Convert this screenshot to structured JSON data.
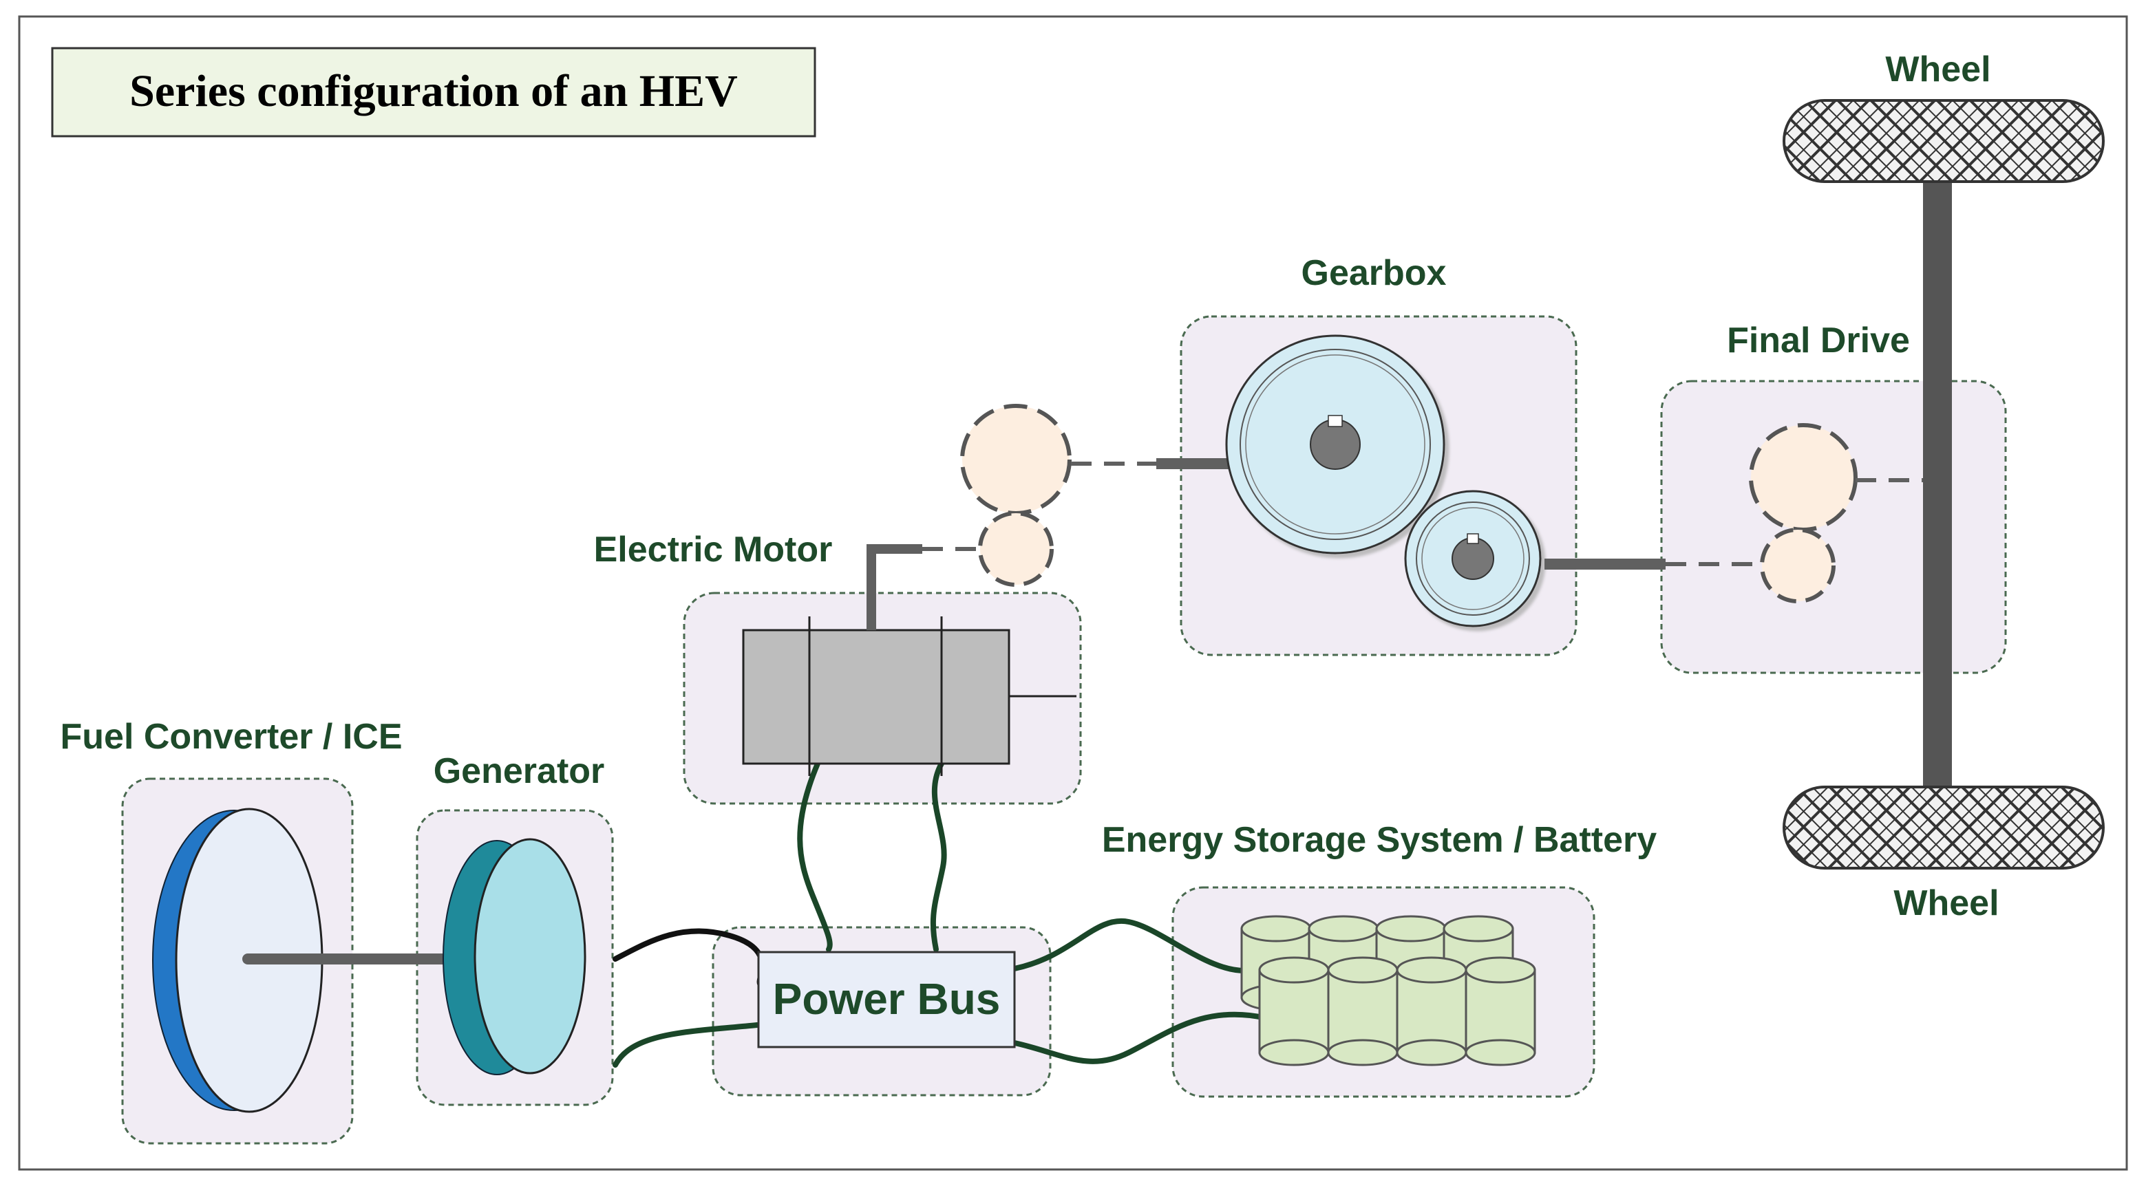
{
  "title": "Series configuration of an HEV",
  "labels": {
    "wheel_top": "Wheel",
    "wheel_bottom": "Wheel",
    "gearbox": "Gearbox",
    "final_drive": "Final Drive",
    "electric_motor": "Electric Motor",
    "fuel_converter": "Fuel Converter / ICE",
    "generator": "Generator",
    "energy_storage": "Energy Storage System / Battery",
    "power_bus": "Power Bus"
  },
  "colors": {
    "label_green": "#1e4a2a",
    "module_fill": "#f1ecf4",
    "title_fill": "#eef5e4",
    "gear_fill": "#d4ecf4",
    "virtual_gear_fill": "#fdeee0",
    "ice_blue": "#2377c6",
    "generator_teal": "#1f8a9a",
    "battery_fill": "#d8e8c4",
    "wire_green": "#1a4628",
    "shaft_gray": "#606060"
  }
}
